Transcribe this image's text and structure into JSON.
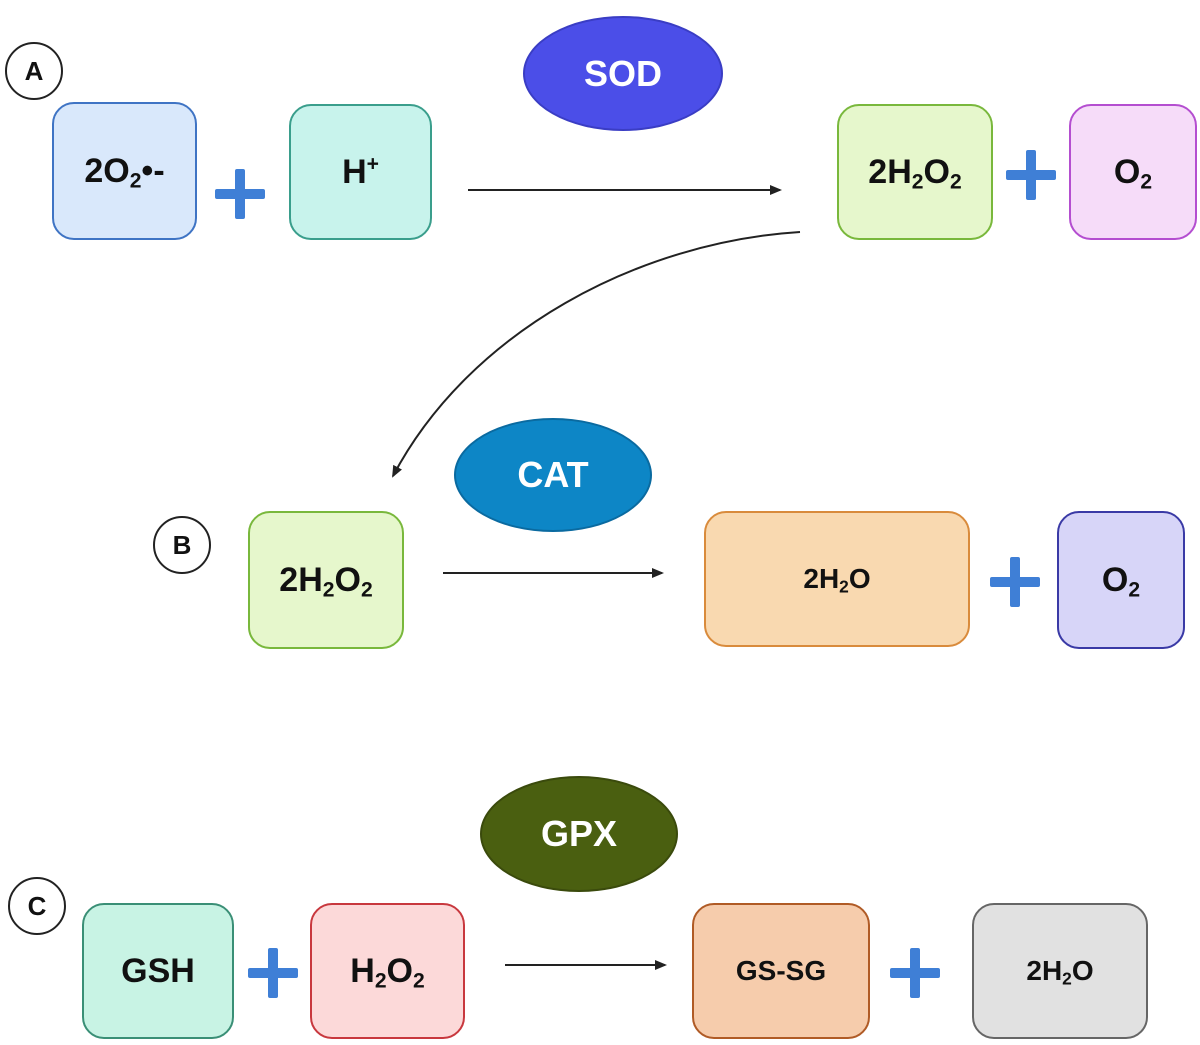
{
  "panels": {
    "a": {
      "letter": "A",
      "enzyme": "SOD",
      "enzyme_color": "#4b4ee8",
      "reactant1": {
        "main": "2O",
        "sub": "2",
        "tail": "•-"
      },
      "reactant2": {
        "main": "H",
        "sup": "+"
      },
      "product1": {
        "pre": "2H",
        "sub1": "2",
        "mid": "O",
        "sub2": "2"
      },
      "product2": {
        "main": "O",
        "sub": "2"
      }
    },
    "b": {
      "letter": "B",
      "enzyme": "CAT",
      "enzyme_color": "#0d86c6",
      "reactant1": {
        "pre": "2H",
        "sub1": "2",
        "mid": "O",
        "sub2": "2"
      },
      "product1": {
        "pre": "2H",
        "sub1": "2",
        "mid": "O"
      },
      "product2": {
        "main": "O",
        "sub": "2"
      }
    },
    "c": {
      "letter": "C",
      "enzyme": "GPX",
      "enzyme_color": "#4a5f10",
      "reactant1": {
        "main": "GSH"
      },
      "reactant2": {
        "pre": "H",
        "sub1": "2",
        "mid": "O",
        "sub2": "2"
      },
      "product1": {
        "main": "GS-SG"
      },
      "product2": {
        "pre": "2H",
        "sub1": "2",
        "mid": "O"
      }
    }
  },
  "colors": {
    "plus": "#3f7fd6",
    "arrow": "#222222"
  }
}
